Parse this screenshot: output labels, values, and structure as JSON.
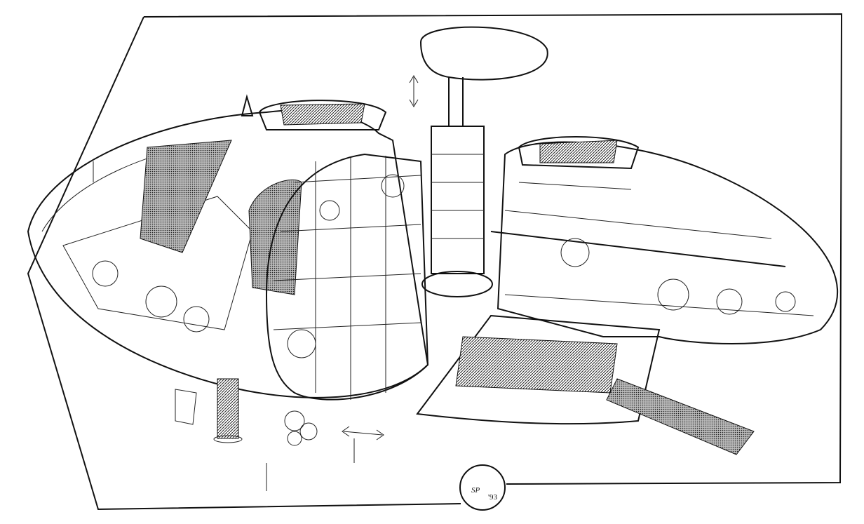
{
  "illustration": {
    "subject": "cutaway-spacecraft",
    "signature": {
      "initials": "SP",
      "year": "'93"
    },
    "colors": {
      "ink": "#111111",
      "paper": "#ffffff",
      "screen": "#555555"
    }
  }
}
